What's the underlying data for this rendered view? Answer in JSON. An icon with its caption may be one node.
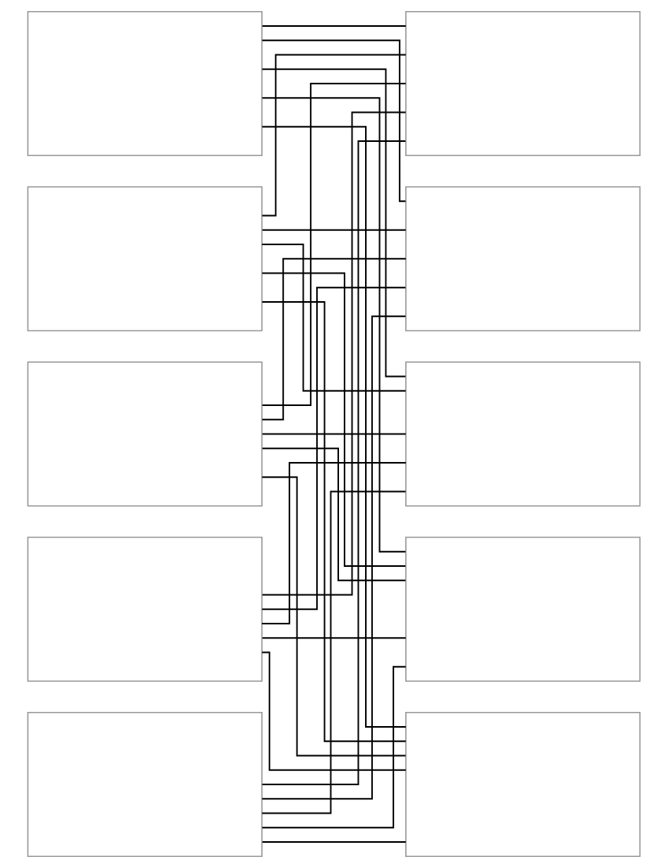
{
  "diagram": {
    "nodes": [
      {
        "text": [],
        "shape": "box"
      },
      {
        "text": [],
        "shape": "box"
      },
      {
        "text": [],
        "shape": "box"
      },
      {
        "text": [],
        "shape": "box"
      },
      {
        "text": [],
        "shape": "box"
      },
      {
        "text": [],
        "shape": "box"
      },
      {
        "text": [],
        "shape": "box"
      },
      {
        "text": [],
        "shape": "box"
      },
      {
        "text": [],
        "shape": "box"
      },
      {
        "text": [],
        "shape": "box"
      }
    ],
    "edges": [
      {
        "from": 0,
        "to": 5,
        "arrow": "none"
      },
      {
        "from": 0,
        "to": 6,
        "arrow": "none"
      },
      {
        "from": 0,
        "to": 7,
        "arrow": "none"
      },
      {
        "from": 0,
        "to": 8,
        "arrow": "none"
      },
      {
        "from": 0,
        "to": 9,
        "arrow": "none"
      },
      {
        "from": 1,
        "to": 5,
        "arrow": "none"
      },
      {
        "from": 1,
        "to": 6,
        "arrow": "none"
      },
      {
        "from": 1,
        "to": 7,
        "arrow": "none"
      },
      {
        "from": 1,
        "to": 8,
        "arrow": "none"
      },
      {
        "from": 1,
        "to": 9,
        "arrow": "none"
      },
      {
        "from": 2,
        "to": 5,
        "arrow": "none"
      },
      {
        "from": 2,
        "to": 6,
        "arrow": "none"
      },
      {
        "from": 2,
        "to": 7,
        "arrow": "none"
      },
      {
        "from": 2,
        "to": 8,
        "arrow": "none"
      },
      {
        "from": 2,
        "to": 9,
        "arrow": "none"
      },
      {
        "from": 3,
        "to": 5,
        "arrow": "none"
      },
      {
        "from": 3,
        "to": 6,
        "arrow": "none"
      },
      {
        "from": 3,
        "to": 7,
        "arrow": "none"
      },
      {
        "from": 3,
        "to": 8,
        "arrow": "none"
      },
      {
        "from": 3,
        "to": 9,
        "arrow": "none"
      },
      {
        "from": 4,
        "to": 5,
        "arrow": "none"
      },
      {
        "from": 4,
        "to": 6,
        "arrow": "none"
      },
      {
        "from": 4,
        "to": 7,
        "arrow": "none"
      },
      {
        "from": 4,
        "to": 8,
        "arrow": "none"
      },
      {
        "from": 4,
        "to": 9,
        "arrow": "none"
      }
    ]
  }
}
